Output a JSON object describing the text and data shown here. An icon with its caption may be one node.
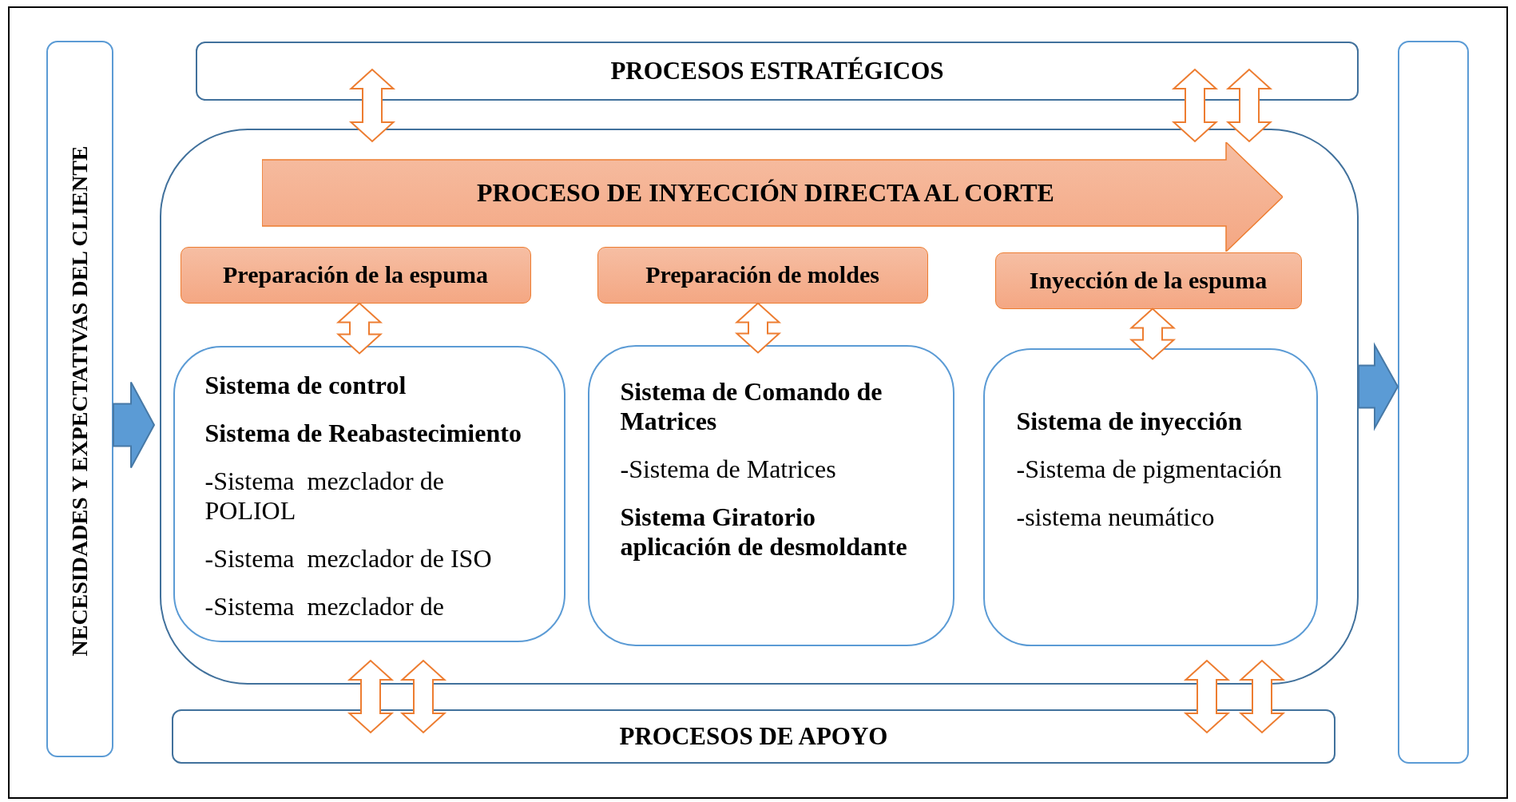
{
  "diagram": {
    "nodes": [
      {
        "text": [
          "NECESIDADES Y EXPECTATIVAS DEL CLIENTE"
        ]
      },
      {
        "text": [
          "PROCESOS ESTRATÉGICOS"
        ]
      },
      {
        "text": [],
        "shape": "box"
      },
      {
        "text": [
          "PROCESO DE INYECCIÓN DIRECTA AL CORTE"
        ],
        "in": 2
      },
      {
        "text": [
          "Preparación de la espuma"
        ],
        "in": 2
      },
      {
        "text": [
          "Preparación de moldes"
        ],
        "in": 2
      },
      {
        "text": [
          "Inyección de la espuma"
        ],
        "in": 2
      },
      {
        "text": [
          "Sistema de control",
          "Sistema de Reabastecimiento",
          "-Sistema  mezclador de POLIOL",
          "-Sistema  mezclador de ISO",
          "-Sistema  mezclador de"
        ],
        "in": 2
      },
      {
        "text": [
          "Sistema de Comando de Matrices",
          "-Sistema de Matrices",
          "Sistema Giratorio aplicación de desmoldante"
        ],
        "in": 2
      },
      {
        "text": [
          "Sistema de inyección",
          "-Sistema de pigmentación",
          "-sistema neumático"
        ],
        "in": 2
      },
      {
        "text": [
          "PROCESOS DE APOYO"
        ]
      },
      {
        "text": [],
        "shape": "box"
      }
    ],
    "edges": [
      {
        "from": 1,
        "to": 2,
        "arrow": "both"
      },
      {
        "from": 1,
        "to": 2,
        "arrow": "both"
      },
      {
        "from": 1,
        "to": 2,
        "arrow": "both"
      },
      {
        "from": 4,
        "to": 7,
        "arrow": "both"
      },
      {
        "from": 5,
        "to": 8,
        "arrow": "both"
      },
      {
        "from": 6,
        "to": 9,
        "arrow": "both"
      },
      {
        "from": 2,
        "to": 10,
        "arrow": "both"
      },
      {
        "from": 2,
        "to": 10,
        "arrow": "both"
      },
      {
        "from": 2,
        "to": 10,
        "arrow": "both"
      },
      {
        "from": 2,
        "to": 10,
        "arrow": "both"
      },
      {
        "from": 0,
        "to": 2,
        "arrow": "to",
        "color": "#5b9bd5"
      },
      {
        "from": 2,
        "to": 11,
        "arrow": "to",
        "color": "#5b9bd5"
      }
    ]
  }
}
